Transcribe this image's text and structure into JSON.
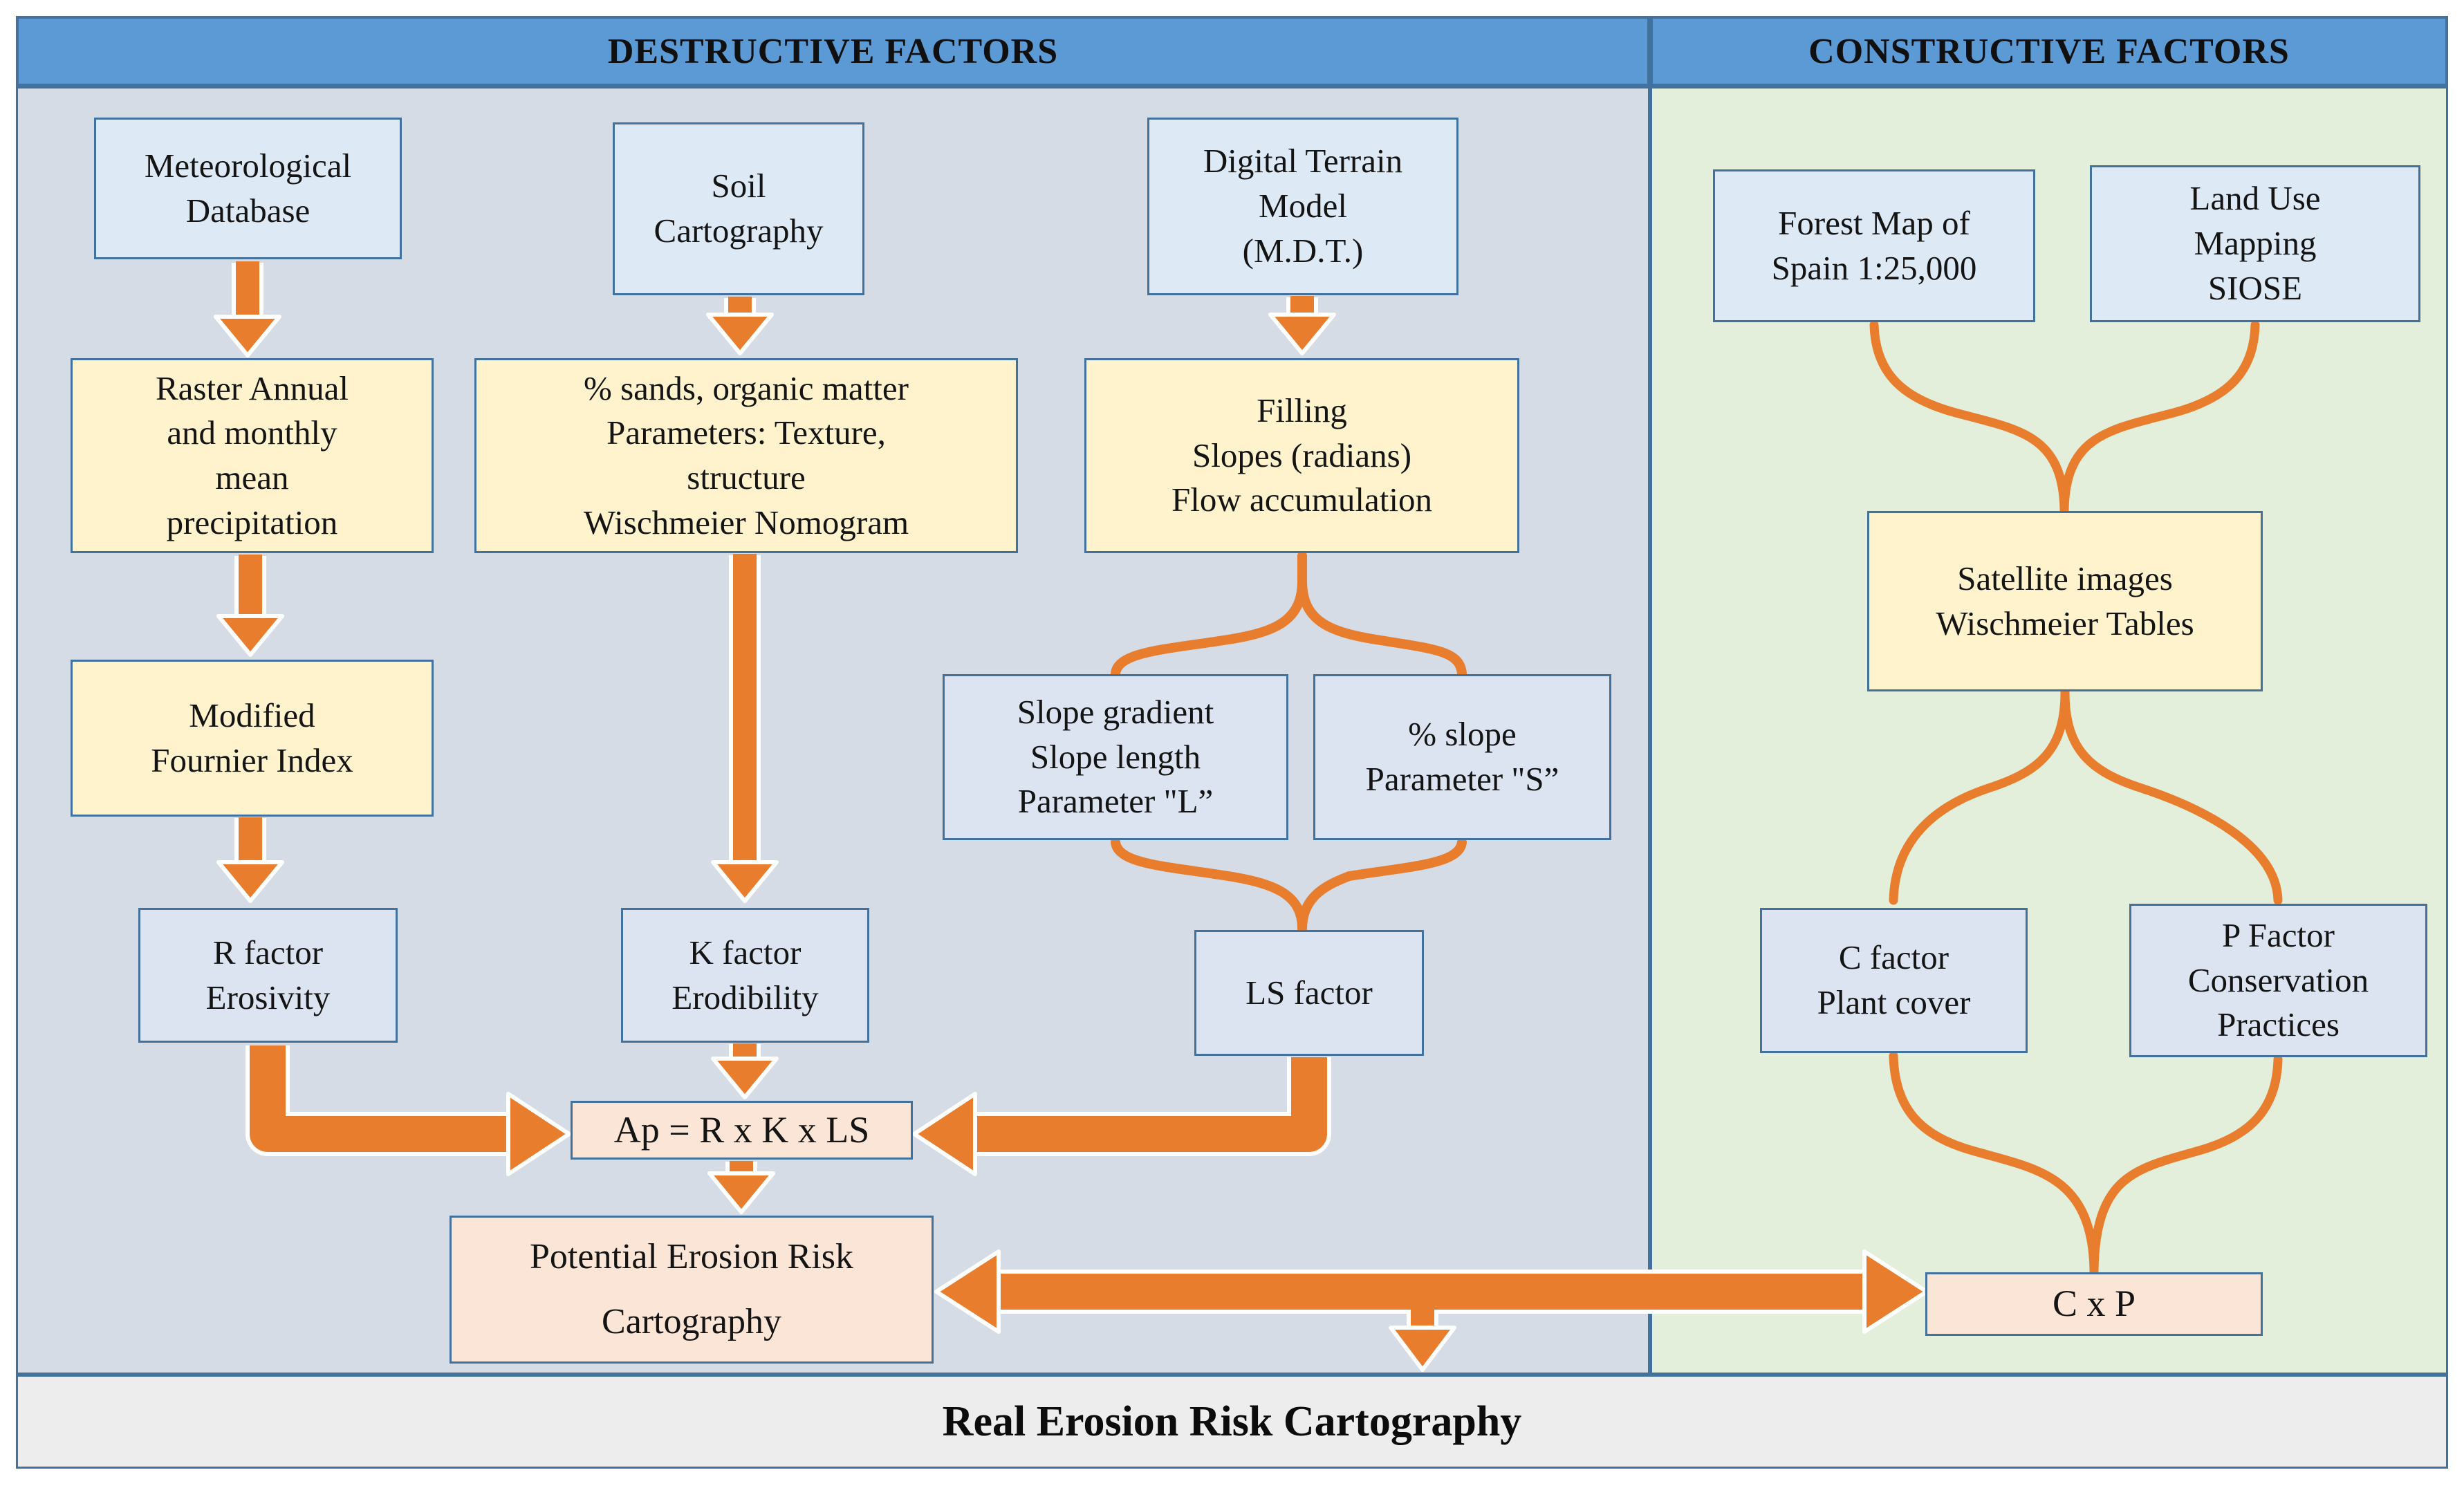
{
  "colors": {
    "accent_orange": "#E87D2E",
    "header_blue": "#5B9AD4",
    "border_blue": "#41719C",
    "panel_left_bg": "#D5DCE5",
    "panel_right_bg": "#E3EFDA",
    "box_blue": "#DEE9F6",
    "box_lavender": "#DCE4F1",
    "box_yellow": "#FEF3CC",
    "box_peach": "#FBE5D6",
    "footer_bg": "#EDEDED"
  },
  "headers": {
    "destructive": "DESTRUCTIVE FACTORS",
    "constructive": "CONSTRUCTIVE FACTORS"
  },
  "footer": {
    "label": "Real Erosion Risk Cartography"
  },
  "nodes": {
    "met_db": {
      "text": "Meteorological\nDatabase"
    },
    "raster": {
      "text": "Raster Annual\nand monthly\nmean\nprecipitation"
    },
    "fournier": {
      "text": "Modified\nFournier Index"
    },
    "r_factor": {
      "text": "R factor\nErosivity"
    },
    "soil": {
      "text": "Soil\nCartography"
    },
    "sands": {
      "text": "% sands, organic matter\nParameters: Texture,\nstructure\nWischmeier Nomogram"
    },
    "k_factor": {
      "text": "K factor\nErodibility"
    },
    "dtm": {
      "text": "Digital Terrain\nModel\n(M.D.T.)"
    },
    "filling": {
      "text": "Filling\nSlopes (radians)\nFlow accumulation"
    },
    "slope_l": {
      "text": "Slope gradient\nSlope length\nParameter \"L”"
    },
    "slope_s": {
      "text": "% slope\nParameter \"S”"
    },
    "ls_factor": {
      "text": "LS factor"
    },
    "ap_formula": {
      "text": "Ap = R x K x LS"
    },
    "potential": {
      "text": "Potential Erosion Risk\nCartography"
    },
    "forest": {
      "text": "Forest Map of\nSpain 1:25,000"
    },
    "land_use": {
      "text": "Land Use\nMapping\nSIOSE"
    },
    "sat_img": {
      "text": "Satellite images\nWischmeier Tables"
    },
    "c_factor": {
      "text": "C factor\nPlant cover"
    },
    "p_factor": {
      "text": "P Factor\nConservation\nPractices"
    },
    "cxp": {
      "text": "C x P"
    }
  }
}
